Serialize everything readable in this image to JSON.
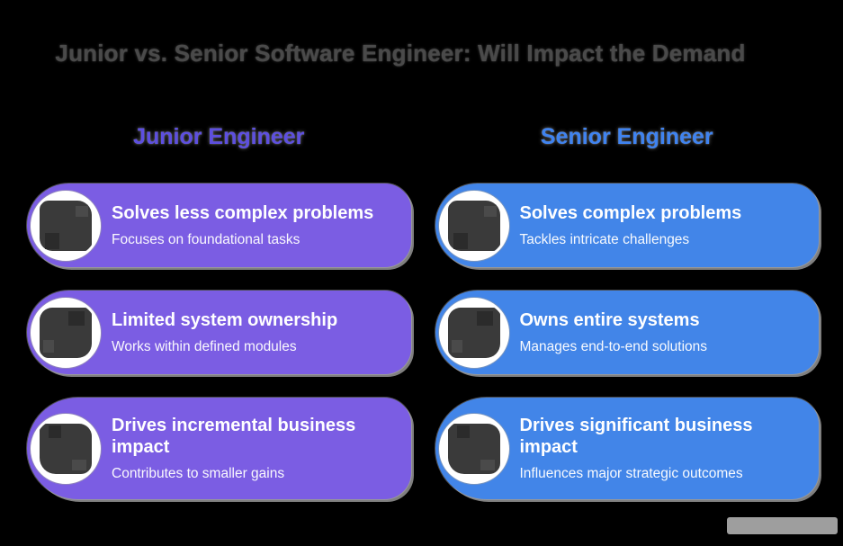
{
  "page": {
    "background": "#000000",
    "icon_blob_color": "#3a3a3a"
  },
  "title": {
    "text": "Junior vs. Senior Software Engineer: Will Impact the Demand",
    "color": "#4a4a4a"
  },
  "columns": {
    "junior": {
      "header": "Junior Engineer",
      "header_color": "#5d4fe0",
      "card_color": "#7b5de3",
      "cards": [
        {
          "icon": "dark-blob-icon",
          "title": "Solves less complex problems",
          "subtitle": "Focuses on foundational tasks"
        },
        {
          "icon": "dark-blob-icon",
          "title": "Limited system ownership",
          "subtitle": "Works within defined modules"
        },
        {
          "icon": "dark-blob-icon",
          "title": "Drives incremental business impact",
          "subtitle": "Contributes to smaller gains"
        }
      ]
    },
    "senior": {
      "header": "Senior Engineer",
      "header_color": "#3f83f0",
      "card_color": "#4285e8",
      "cards": [
        {
          "icon": "dark-blob-icon",
          "title": "Solves complex problems",
          "subtitle": "Tackles intricate challenges"
        },
        {
          "icon": "dark-blob-icon",
          "title": "Owns entire systems",
          "subtitle": "Manages end-to-end solutions"
        },
        {
          "icon": "dark-blob-icon",
          "title": "Drives significant business impact",
          "subtitle": "Influences major strategic outcomes"
        }
      ]
    }
  },
  "watermark": {
    "color": "#9e9e9e"
  }
}
